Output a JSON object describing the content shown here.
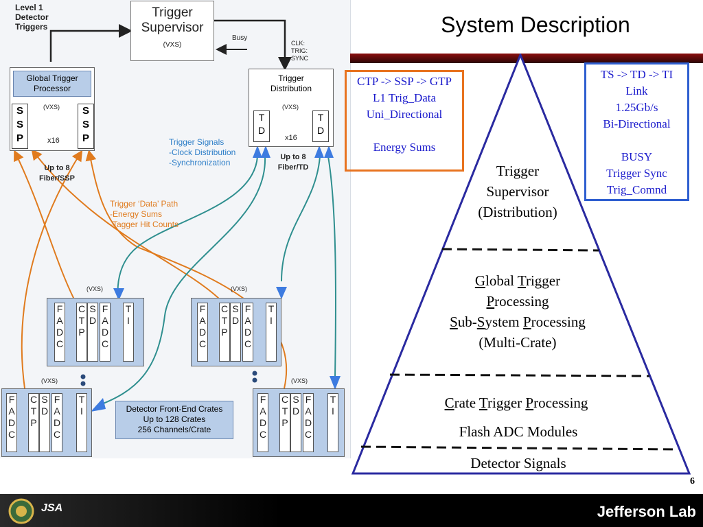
{
  "slide": {
    "title": "System Description",
    "slide_number": "6",
    "footer_logo": "Jefferson Lab",
    "jsa_logo": "JSA"
  },
  "diagram": {
    "level1": "Level 1\nDetector\nTriggers",
    "ts_title": "Trigger\nSupervisor",
    "ts_vxs": "(VXS)",
    "busy": "Busy",
    "clk": "CLK:\nTRIG:\nSYNC",
    "gtp": "Global Trigger\nProcessor",
    "ssp_vxs": "(VXS)",
    "ssp_label": "S\nS\nP",
    "ssp_x16": "x16",
    "up_ssp": "Up to 8\nFiber/SSP",
    "td_title": "Trigger\nDistribution",
    "td_vxs": "(VXS)",
    "td_label": "T\nD",
    "td_x16": "x16",
    "up_td": "Up to 8\nFiber/TD",
    "trigger_signals": "Trigger Signals\n -Clock Distribution\n -Synchronization",
    "data_path": "Trigger ‘Data’ Path\n -Energy Sums\n -Tagger Hit Counts",
    "crate_vxs": "(VXS)",
    "mod_fadc": "F\nA\nD\nC",
    "mod_ctp": "C\nT\nP",
    "mod_sd": "S\nD",
    "mod_ti": "T\nI",
    "fe_box": "Detector Front-End Crates\nUp to 128 Crates\n256 Channels/Crate"
  },
  "orange_box": [
    "CTP -> SSP -> GTP",
    "L1 Trig_Data",
    "Uni_Directional",
    "",
    "Energy Sums"
  ],
  "blue_box": [
    "TS -> TD -> TI",
    "Link",
    "1.25Gb/s",
    "Bi-Directional",
    "",
    "BUSY",
    "Trigger Sync",
    "Trig_Comnd"
  ],
  "pyramid": {
    "level1": "Trigger\nSupervisor\n(Distribution)",
    "level2_rich": "<u>G</u>lobal <u>T</u>rigger<br><u>P</u>rocessing<br><u>S</u>ub-<u>S</u>ystem <u>P</u>rocessing<br>(Multi-Crate)",
    "level3_rich": "<u>C</u>rate <u>T</u>rigger <u>P</u>rocessing",
    "level3b": "Flash ADC Modules",
    "level4": "Detector Signals"
  },
  "colors": {
    "orange": "#e8731f",
    "blue": "#2f5fd0",
    "text_blue": "#1a1acc",
    "arrow_blue": "#3d7be0",
    "bar_red": "#8b0f0f"
  }
}
